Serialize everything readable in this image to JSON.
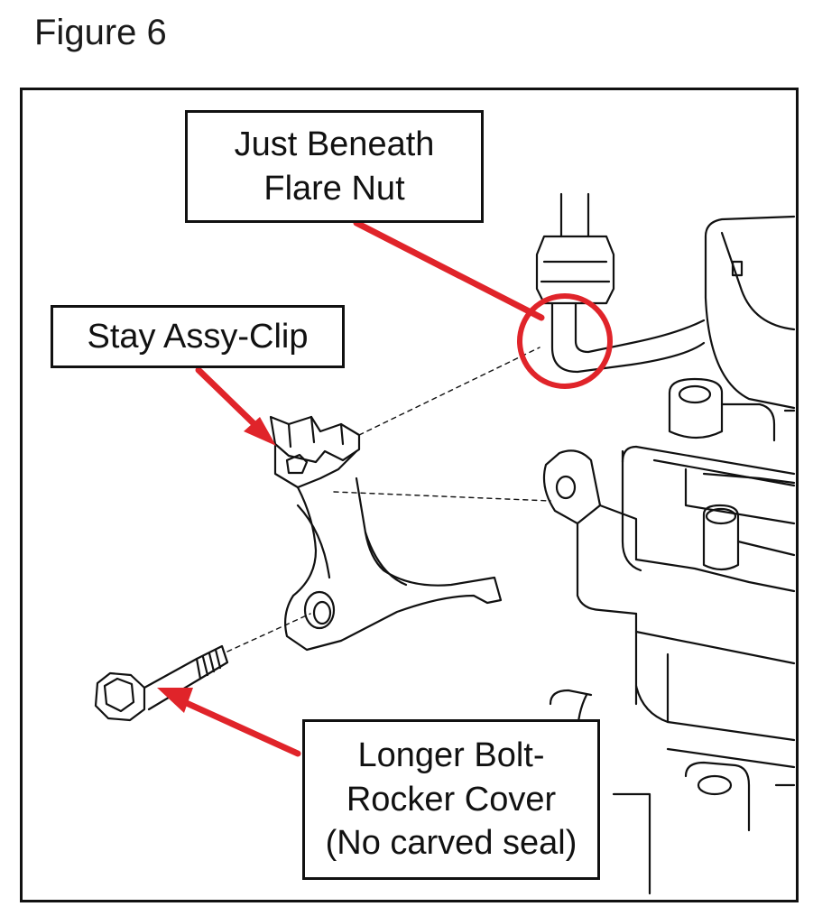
{
  "figure": {
    "title": "Figure 6"
  },
  "callouts": {
    "flare_nut": {
      "lines": [
        "Just Beneath",
        "Flare Nut"
      ]
    },
    "stay_clip": {
      "lines": [
        "Stay Assy-Clip"
      ]
    },
    "bolt": {
      "lines": [
        "Longer Bolt-",
        "Rocker Cover",
        "(No carved seal)"
      ]
    }
  },
  "colors": {
    "annotation": "#e0242a",
    "linework": "#111111",
    "background": "#ffffff"
  }
}
